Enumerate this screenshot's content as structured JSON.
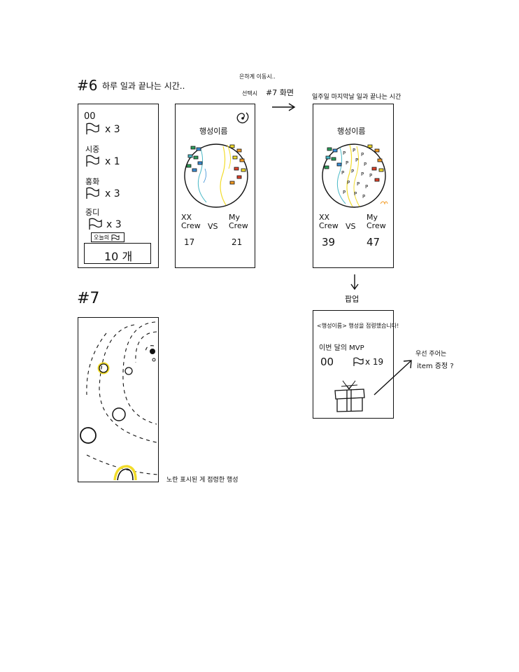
{
  "section6": {
    "label": "#6",
    "title": "하루 일과 끝나는 시간..",
    "panel1": {
      "name": "00",
      "rows": [
        {
          "label": "",
          "count": "x 3"
        },
        {
          "label": "시중",
          "count": "x 1"
        },
        {
          "label": "홍화",
          "count": "x 3"
        },
        {
          "label": "중디",
          "count": "x 3"
        }
      ],
      "chip_label": "오늘의",
      "total": "10 개"
    },
    "panel2": {
      "note_top": "은하계 이동시..",
      "note_select": "선택시",
      "note_target": "#7 화면",
      "planet_name": "행성이름",
      "left_team": "XX Crew",
      "vs": "VS",
      "right_team": "My Crew",
      "left_score": "17",
      "right_score": "21"
    },
    "panel3": {
      "title": "일주일 마지막날 일과 끝나는 시간",
      "planet_name": "행성이름",
      "left_team": "XX Crew",
      "vs": "VS",
      "right_team": "My Crew",
      "left_score": "39",
      "right_score": "47"
    },
    "popup_label": "팝업",
    "popup": {
      "headline": "<행성이름> 행성을 점령했습니다!",
      "mvp_title": "이번 달의 MVP",
      "mvp_name": "00",
      "mvp_count": "x 19"
    },
    "note_reward_1": "우선 주어는",
    "note_reward_2": "item 증정 ?"
  },
  "section7": {
    "label": "#7",
    "caption": "노란 표시된 게 점령한 행성"
  },
  "colors": {
    "ink": "#111111",
    "green": "#2e9e5b",
    "blue": "#3b8fd6",
    "teal": "#49b8c6",
    "yellow": "#f2dc2b",
    "orange": "#f29a22",
    "red": "#e0442c"
  }
}
